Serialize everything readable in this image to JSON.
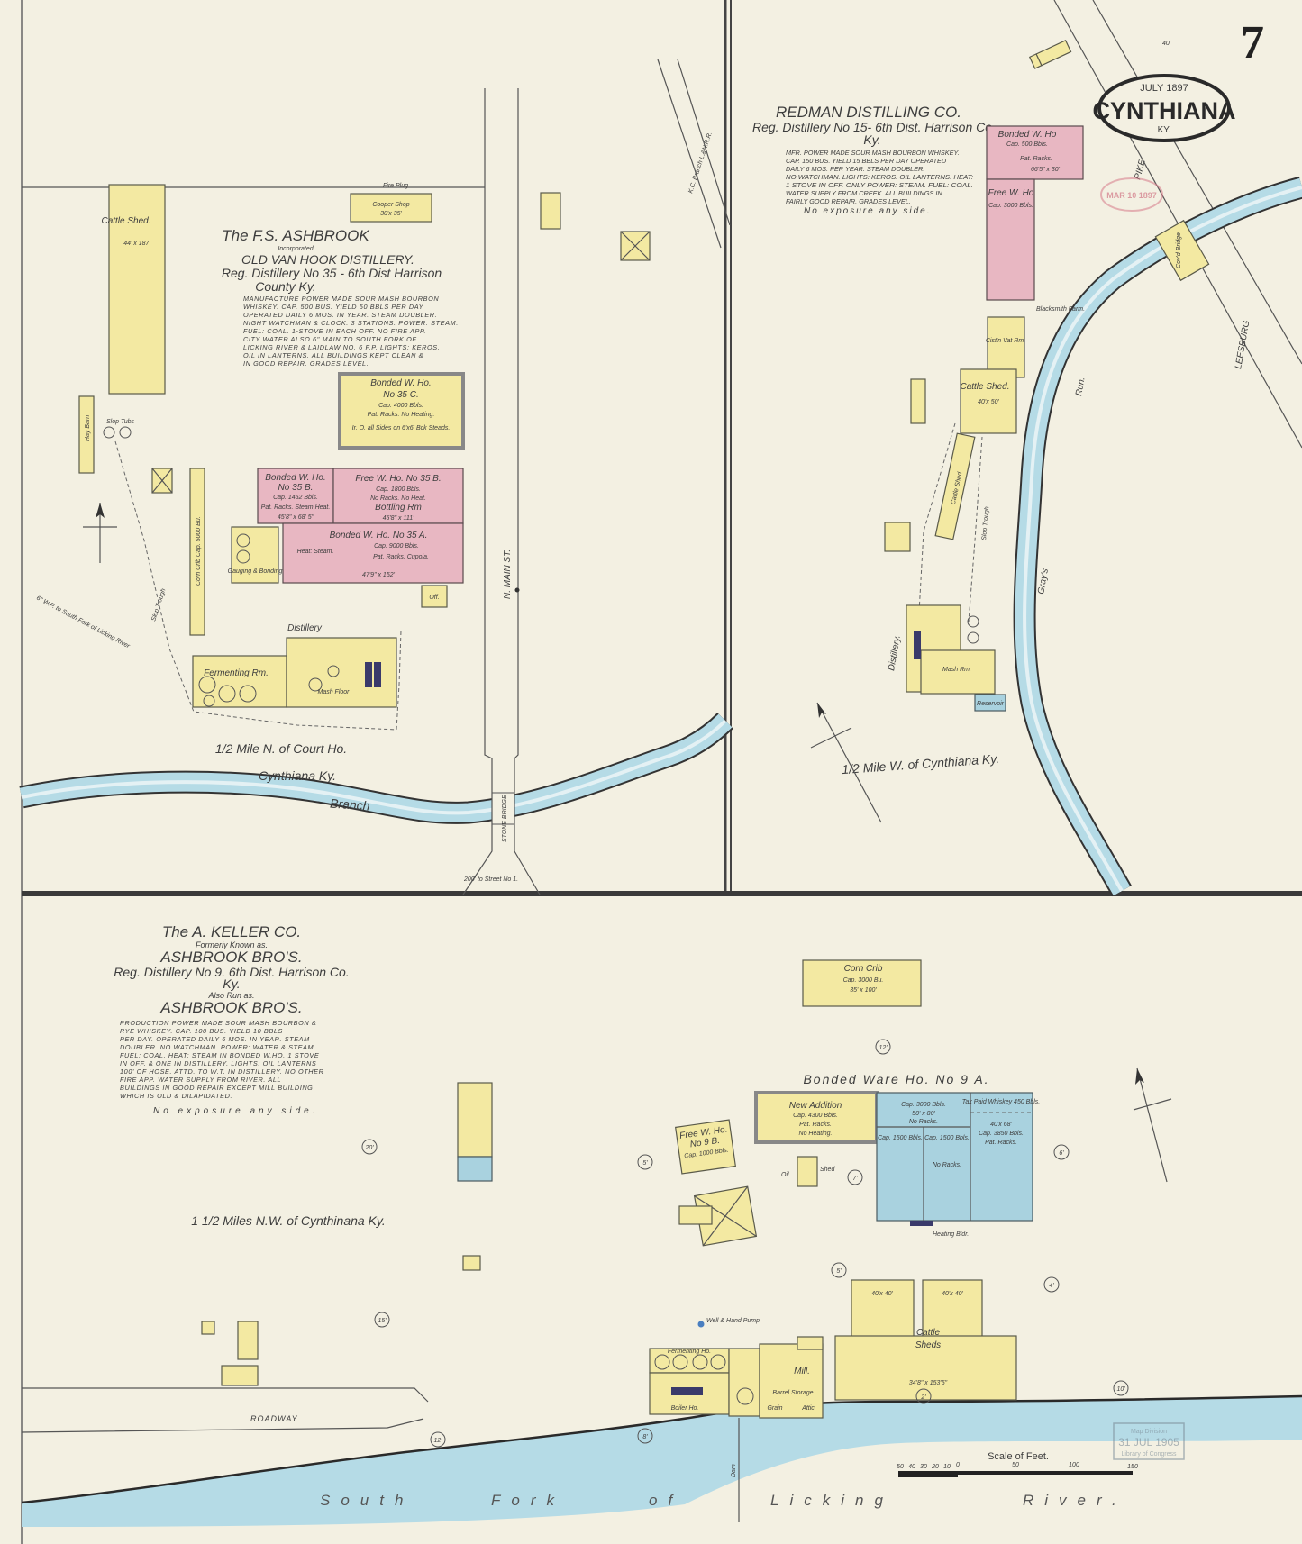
{
  "sheet": {
    "page_number": "7",
    "date": "JULY 1897",
    "city": "CYNTHIANA",
    "state": "KY.",
    "received_stamp": "MAR 10 1897",
    "loc_stamp": [
      "Map Division",
      "31 JUL 1905",
      "Library of Congress"
    ]
  },
  "colors": {
    "paper": "#f3f0e2",
    "frame_brick": "#f3e9a2",
    "brick_pink": "#e8b7c2",
    "stone_blue": "#a9d2df",
    "water": "#b5dbe6"
  },
  "ashbrook": {
    "title": "The F.S. ASHBROOK",
    "incorporated": "Incorporated",
    "name": "OLD VAN HOOK DISTILLERY.",
    "reg": "Reg. Distillery No 35 - 6th Dist Harrison",
    "county": "County Ky.",
    "description": [
      "MANUFACTURE POWER MADE SOUR MASH BOURBON",
      "WHISKEY. CAP. 500 BUS. YIELD 50 BBLS PER DAY",
      "OPERATED DAILY 6 MOS. IN YEAR. STEAM DOUBLER.",
      "NIGHT WATCHMAN & CLOCK. 3 STATIONS. POWER: STEAM.",
      "FUEL: COAL. 1-STOVE IN EACH OFF. NO FIRE APP.",
      "CITY WATER ALSO 6\" MAIN TO SOUTH FORK OF",
      "LICKING RIVER & LAIDLAW NO. 6 F.P. LIGHTS: KEROS.",
      "OIL IN LANTERNS. ALL BUILDINGS KEPT CLEAN &",
      "IN GOOD REPAIR. GRADES LEVEL."
    ],
    "location": "1/2 Mile N. of Court Ho.",
    "city": "Cynthiana Ky.",
    "stream": "Branch",
    "street": "N. MAIN ST.",
    "bridge": "STONE BRIDGE",
    "street_note": "200' to Street No 1.",
    "railroad": "K.C. Branch L.&N.R.R.",
    "main_note": "6\" W.P. to South Fork of Licking River",
    "buildings": {
      "cattle_shed": "Cattle Shed.",
      "cattle_shed_dim": "44' x 187'",
      "cooper": "Cooper Shop",
      "cooper_dim": "30'x 35'",
      "fire_plug": "Fire Plug",
      "bonded_c": "Bonded W. Ho.",
      "bonded_c_no": "No 35 C.",
      "bonded_c_cap": "Cap. 4000 Bbls.",
      "bonded_c_racks": "Pat. Racks. No Heating.",
      "bonded_c_note": "Ir. O. all Sides on 6'x6' Bck Steads.",
      "bonded_b": "Bonded W. Ho.",
      "bonded_b_no": "No 35 B.",
      "bonded_b_cap": "Cap. 1452 Bbls.",
      "bonded_b_heat": "Pat. Racks. Steam Heat.",
      "bonded_b_dim": "45'8\" x 68' 5\"",
      "free_b": "Free W. Ho. No 35 B.",
      "free_b_cap": "Cap. 1800 Bbls.",
      "free_b_notes": "No Racks. No Heat.",
      "free_b_bottling": "Bottling Rm",
      "free_b_dim": "45'8\" x 111'",
      "bonded_a": "Bonded W. Ho. No 35 A.",
      "bonded_a_cap": "Cap. 9000 Bbls.",
      "bonded_a_heat": "Heat: Steam.",
      "bonded_a_racks": "Pat. Racks. Cupola.",
      "bonded_a_dim": "47'9\" x 152'",
      "office": "Off.",
      "corn_crib": "Corn Crib Cap. 5000 Bu.",
      "gauging": "Gauging & Bonding",
      "distillery": "Distillery",
      "fermenting": "Fermenting Rm.",
      "mash_floor": "Mash Floor",
      "slop_trough": "Slop Trough",
      "stave_tubs": "Slop Tubs",
      "hay_barn": "Hay Barn"
    }
  },
  "redman": {
    "title": "REDMAN DISTILLING CO.",
    "reg": "Reg. Distillery No 15- 6th Dist. Harrison Co",
    "state": "Ky.",
    "description": [
      "MFR. POWER MADE SOUR MASH BOURBON WHISKEY.",
      "CAP. 150 BUS. YIELD 15 BBLS PER DAY OPERATED",
      "DAILY 6 MOS. PER YEAR. STEAM DOUBLER.",
      "NO WATCHMAN. LIGHTS: KEROS. OIL LANTERNS. HEAT:",
      "1 STOVE IN OFF. ONLY POWER: STEAM. FUEL: COAL.",
      "WATER SUPPLY FROM CREEK. ALL BUILDINGS IN",
      "FAIRLY GOOD REPAIR. GRADES LEVEL."
    ],
    "exposure": "No exposure any side.",
    "location": "1/2 Mile W. of Cynthiana Ky.",
    "stream_1": "Gray's",
    "stream_2": "Run.",
    "road_1": "PIKE",
    "road_2": "LEESBURG",
    "bridge": "Cov'd Bridge",
    "width_note": "40'",
    "buildings": {
      "bonded": "Bonded W. Ho",
      "bonded_cap": "Cap. 500 Bbls.",
      "bonded_racks": "Pat. Racks.",
      "bonded_dim": "66'5\" x 30'",
      "free": "Free W. Ho",
      "free_cap": "Cap. 3000 Bbls.",
      "cistern": "Cist'n Vat Rm.",
      "cattle_shed": "Cattle Shed.",
      "cattle_shed_dim": "40'x 50'",
      "cattle_shed_2": "Cattle Shed",
      "slop_trough": "Slop Trough",
      "distillery": "Distillery.",
      "mash": "Mash Rm.",
      "reservoir": "Reservoir",
      "blacksmith": "Blacksmith Farm."
    }
  },
  "keller": {
    "title": "The A. KELLER CO.",
    "formerly": "Formerly Known as.",
    "name": "ASHBROOK BRO'S.",
    "reg": "Reg. Distillery No 9. 6th Dist. Harrison Co.",
    "state": "Ky.",
    "also": "Also Run as.",
    "name_2": "ASHBROOK BRO'S.",
    "description": [
      "PRODUCTION POWER MADE SOUR MASH BOURBON &",
      "RYE WHISKEY. CAP. 100 BUS. YIELD 10 BBLS",
      "PER DAY. OPERATED DAILY 6 MOS. IN YEAR. STEAM",
      "DOUBLER. NO WATCHMAN. POWER: WATER & STEAM.",
      "FUEL: COAL. HEAT: STEAM IN BONDED W.HO. 1 STOVE",
      "IN OFF. & ONE IN DISTILLERY. LIGHTS: OIL LANTERNS",
      "100' OF HOSE. ATTD. TO W.T. IN DISTILLERY. NO OTHER",
      "FIRE APP. WATER SUPPLY FROM RIVER. ALL",
      "BUILDINGS IN GOOD REPAIR EXCEPT MILL BUILDING",
      "WHICH IS OLD & DILAPIDATED."
    ],
    "exposure": "No exposure any side.",
    "location": "1 1/2 Miles N.W. of Cynthinana Ky.",
    "roadway": "ROADWAY",
    "river": [
      "South",
      "Fork",
      "of",
      "Licking",
      "River."
    ],
    "buildings": {
      "corn_crib": "Corn Crib",
      "corn_crib_cap": "Cap. 3000 Bu.",
      "corn_crib_dim": "35' x 100'",
      "bonded_title": "Bonded Ware Ho. No 9 A.",
      "new_addition": "New Addition",
      "new_addition_cap": "Cap. 4300 Bbls.",
      "new_addition_racks": "Pat. Racks.",
      "new_addition_heat": "No Heating.",
      "bonded_cap": "Cap. 3000 Bbls.",
      "bonded_dim": "50' x 80'",
      "bonded_racks": "No Racks.",
      "tax_paid": "Tax Paid Whiskey 450 Bbls.",
      "tax_paid_dim": "40'x 68'",
      "tax_paid_cap": "Cap. 3850 Bbls.",
      "tax_paid_racks": "Pat. Racks.",
      "bonded_cap_2": "Cap. 1500 Bbls.",
      "bonded_cap_3": "Cap. 1500 Bbls.",
      "bonded_no_racks": "No Racks.",
      "heating": "Heating Bldr.",
      "free": "Free W. Ho.",
      "free_no": "No 9 B.",
      "free_cap": "Cap. 1000 Bbls.",
      "cattle_sheds": "Cattle",
      "cattle_sheds_2": "Sheds",
      "cattle_sheds_dim": "34'8\" x 153'5\"",
      "shed_dim_1": "40'x 40'",
      "shed_dim_2": "40'x 40'",
      "mill": "Mill.",
      "fermenting": "Fermenting Ho.",
      "boiler": "Boiler Ho.",
      "grain": "Grain",
      "barrel": "Barrel Storage",
      "attic": "Attic",
      "well": "Well & Hand Pump",
      "dam": "Dam",
      "oil": "Oil",
      "shed": "Shed"
    },
    "circles": [
      "12'",
      "20'",
      "5'",
      "5'",
      "7'",
      "6'",
      "4'",
      "10'",
      "2'",
      "15'",
      "12'",
      "8'"
    ]
  },
  "scale": {
    "title": "Scale of Feet.",
    "ticks": [
      "50",
      "40",
      "30",
      "20",
      "10",
      "0",
      "50",
      "100",
      "150"
    ]
  }
}
